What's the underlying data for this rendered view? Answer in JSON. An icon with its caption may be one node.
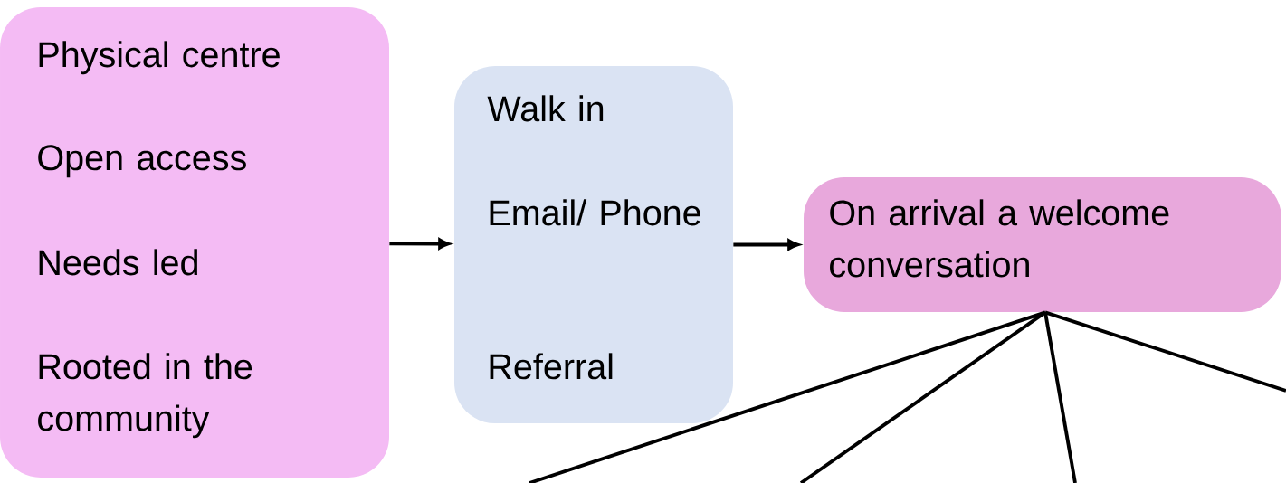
{
  "diagram": {
    "nodes": [
      {
        "text": [
          "Physical centre",
          "Open access",
          "Needs led",
          "Rooted in the community"
        ]
      },
      {
        "text": [
          "Walk in",
          "Email/ Phone",
          "Referral"
        ]
      },
      {
        "text": [
          "On arrival a welcome conversation"
        ]
      }
    ],
    "edges": [
      {
        "from": 0,
        "to": 1,
        "arrow": "to"
      },
      {
        "from": 1,
        "to": 2,
        "arrow": "to"
      },
      {
        "from": 2,
        "to": null,
        "arrow": "none"
      },
      {
        "from": 2,
        "to": null,
        "arrow": "none"
      },
      {
        "from": 2,
        "to": null,
        "arrow": "none"
      },
      {
        "from": 2,
        "to": null,
        "arrow": "none"
      }
    ]
  }
}
